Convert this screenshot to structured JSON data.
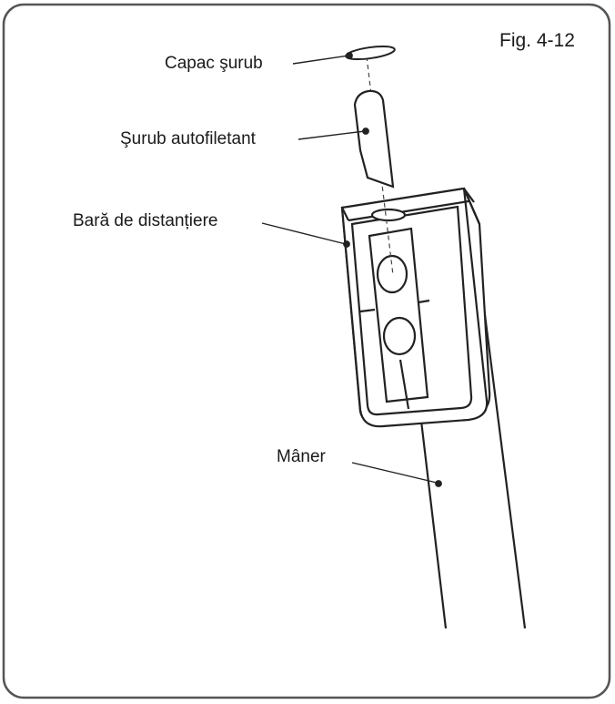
{
  "figure": {
    "number": "Fig. 4-12"
  },
  "labels": {
    "screw_cap": "Capac şurub",
    "self_tapping_screw": "Şurub autofiletant",
    "spacer_bar": "Bară de distanțiere",
    "handle": "Mâner"
  }
}
